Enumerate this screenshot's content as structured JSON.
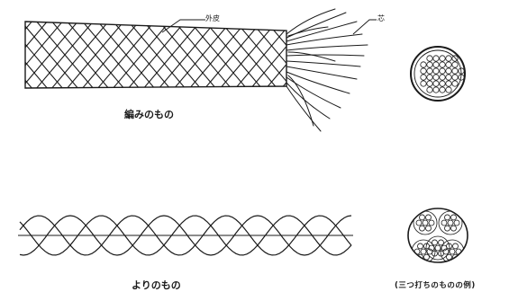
{
  "labels": {
    "sheath": "外皮",
    "core": "芯",
    "braided": "編みのもの",
    "twisted": "よりのもの",
    "three_strand_example": "(三つ打ちのものの例)"
  },
  "palette": {
    "ink": "#1a1a1a",
    "paper": "#ffffff"
  }
}
